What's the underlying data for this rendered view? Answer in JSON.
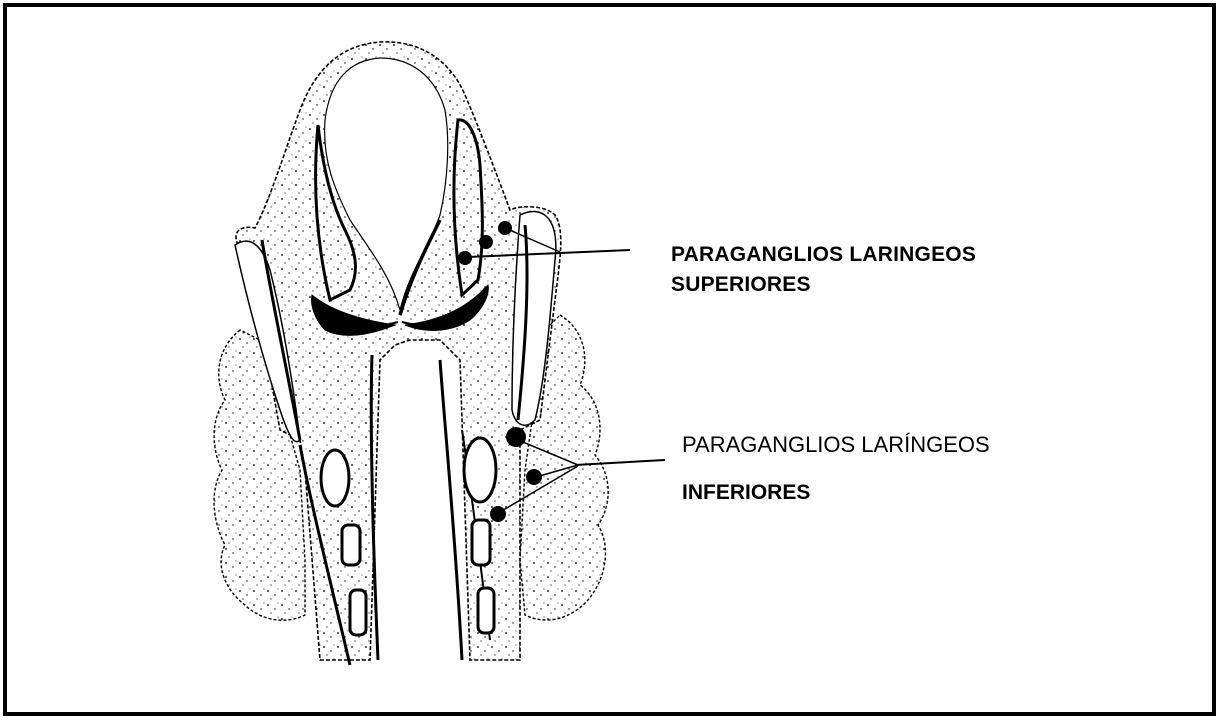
{
  "labels": {
    "superior_line1": "PARAGANGLIOS LARINGEOS",
    "superior_line2": "SUPERIORES",
    "inferior_line1": "PARAGANGLIOS LARÍNGEOS",
    "inferior_line2": "INFERIORES"
  },
  "colors": {
    "ink": "#000000",
    "background": "#ffffff"
  }
}
